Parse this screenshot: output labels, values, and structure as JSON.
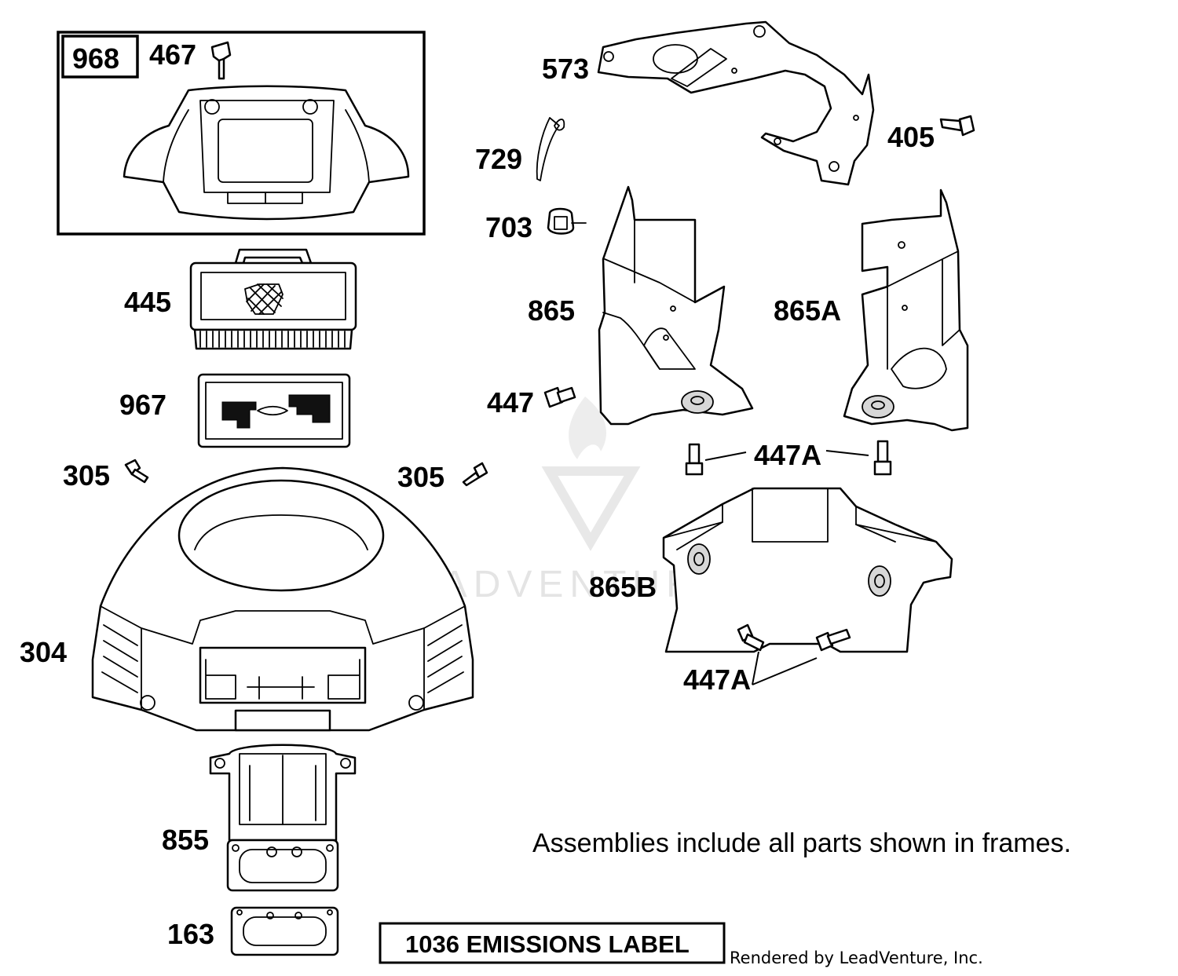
{
  "watermark": "LEADVENTURE",
  "assembly_frame_number": "968",
  "labels": {
    "p467": "467",
    "p445": "445",
    "p967": "967",
    "p305_left": "305",
    "p305_right": "305",
    "p304": "304",
    "p855": "855",
    "p163": "163",
    "p573": "573",
    "p729": "729",
    "p405": "405",
    "p703": "703",
    "p865": "865",
    "p865a": "865A",
    "p447": "447",
    "p447a_top": "447A",
    "p865b": "865B",
    "p447a_bottom": "447A"
  },
  "note": "Assemblies include all parts shown in frames.",
  "emissions_label": "1036 EMISSIONS LABEL",
  "credit": "Rendered by LeadVenture, Inc."
}
